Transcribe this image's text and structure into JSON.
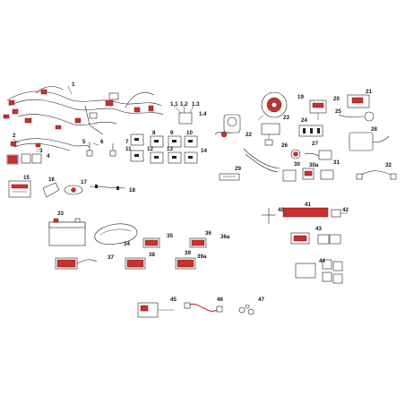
{
  "diagram": {
    "part_numbers": {
      "p1": "1",
      "p1_1": "1.1",
      "p1_2": "1.2",
      "p1_3": "1.3",
      "p1_4": "1.4",
      "p2": "2",
      "p3": "3",
      "p4": "4",
      "p5": "5",
      "p6": "6",
      "p7": "7",
      "p8": "8",
      "p9": "9",
      "p10": "10",
      "p11": "11",
      "p12": "12",
      "p13": "13",
      "p14": "14",
      "p15": "15",
      "p16": "16",
      "p17": "17",
      "p18": "18",
      "p19": "19",
      "p20": "20",
      "p21": "21",
      "p22": "22",
      "p23": "23",
      "p24": "24",
      "p25": "25",
      "p26": "26",
      "p27": "27",
      "p28": "28",
      "p29": "29",
      "p30": "30",
      "p30a": "30a",
      "p31": "31",
      "p32": "32",
      "p33": "33",
      "p34": "34",
      "p35": "35",
      "p36": "36",
      "p36a": "36a",
      "p37": "37",
      "p38": "38",
      "p39": "39",
      "p39a": "39a",
      "p40": "40",
      "p41": "41",
      "p42": "42",
      "p43": "43",
      "p44": "44",
      "p45": "45",
      "p46": "46",
      "p47": "47"
    },
    "colors": {
      "line": "#222222",
      "accent": "#c9302c",
      "background": "#ffffff"
    }
  }
}
